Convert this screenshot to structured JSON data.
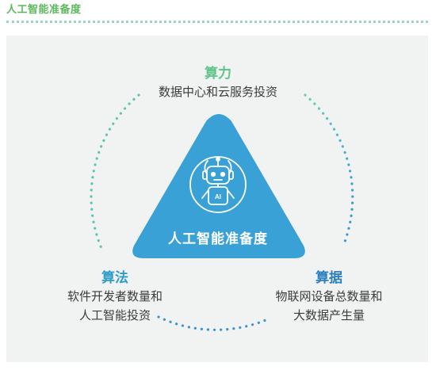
{
  "header": {
    "title": "人工智能准备度"
  },
  "diagram": {
    "center": {
      "label": "人工智能准备度",
      "icon": "robot-ai-icon",
      "icon_text": "AI"
    },
    "compute": {
      "title": "算力",
      "description": "数据中心和云服务投资"
    },
    "algorithm": {
      "title": "算法",
      "description_lines": [
        "软件开发者数量和",
        "人工智能投资"
      ]
    },
    "data": {
      "title": "算据",
      "description_lines": [
        "物联网设备总数量和",
        "大数据产生量"
      ]
    }
  },
  "colors": {
    "title_green": "#5cb85c",
    "compute_green": "#5dc48a",
    "algorithm_blue": "#2e9cc6",
    "data_blue": "#2a7fc0",
    "triangle": "#3aa1d6",
    "panel": "#f1f2f2",
    "dot_cyan": "#52bfca",
    "dot_blue": "#3a8fd0"
  }
}
